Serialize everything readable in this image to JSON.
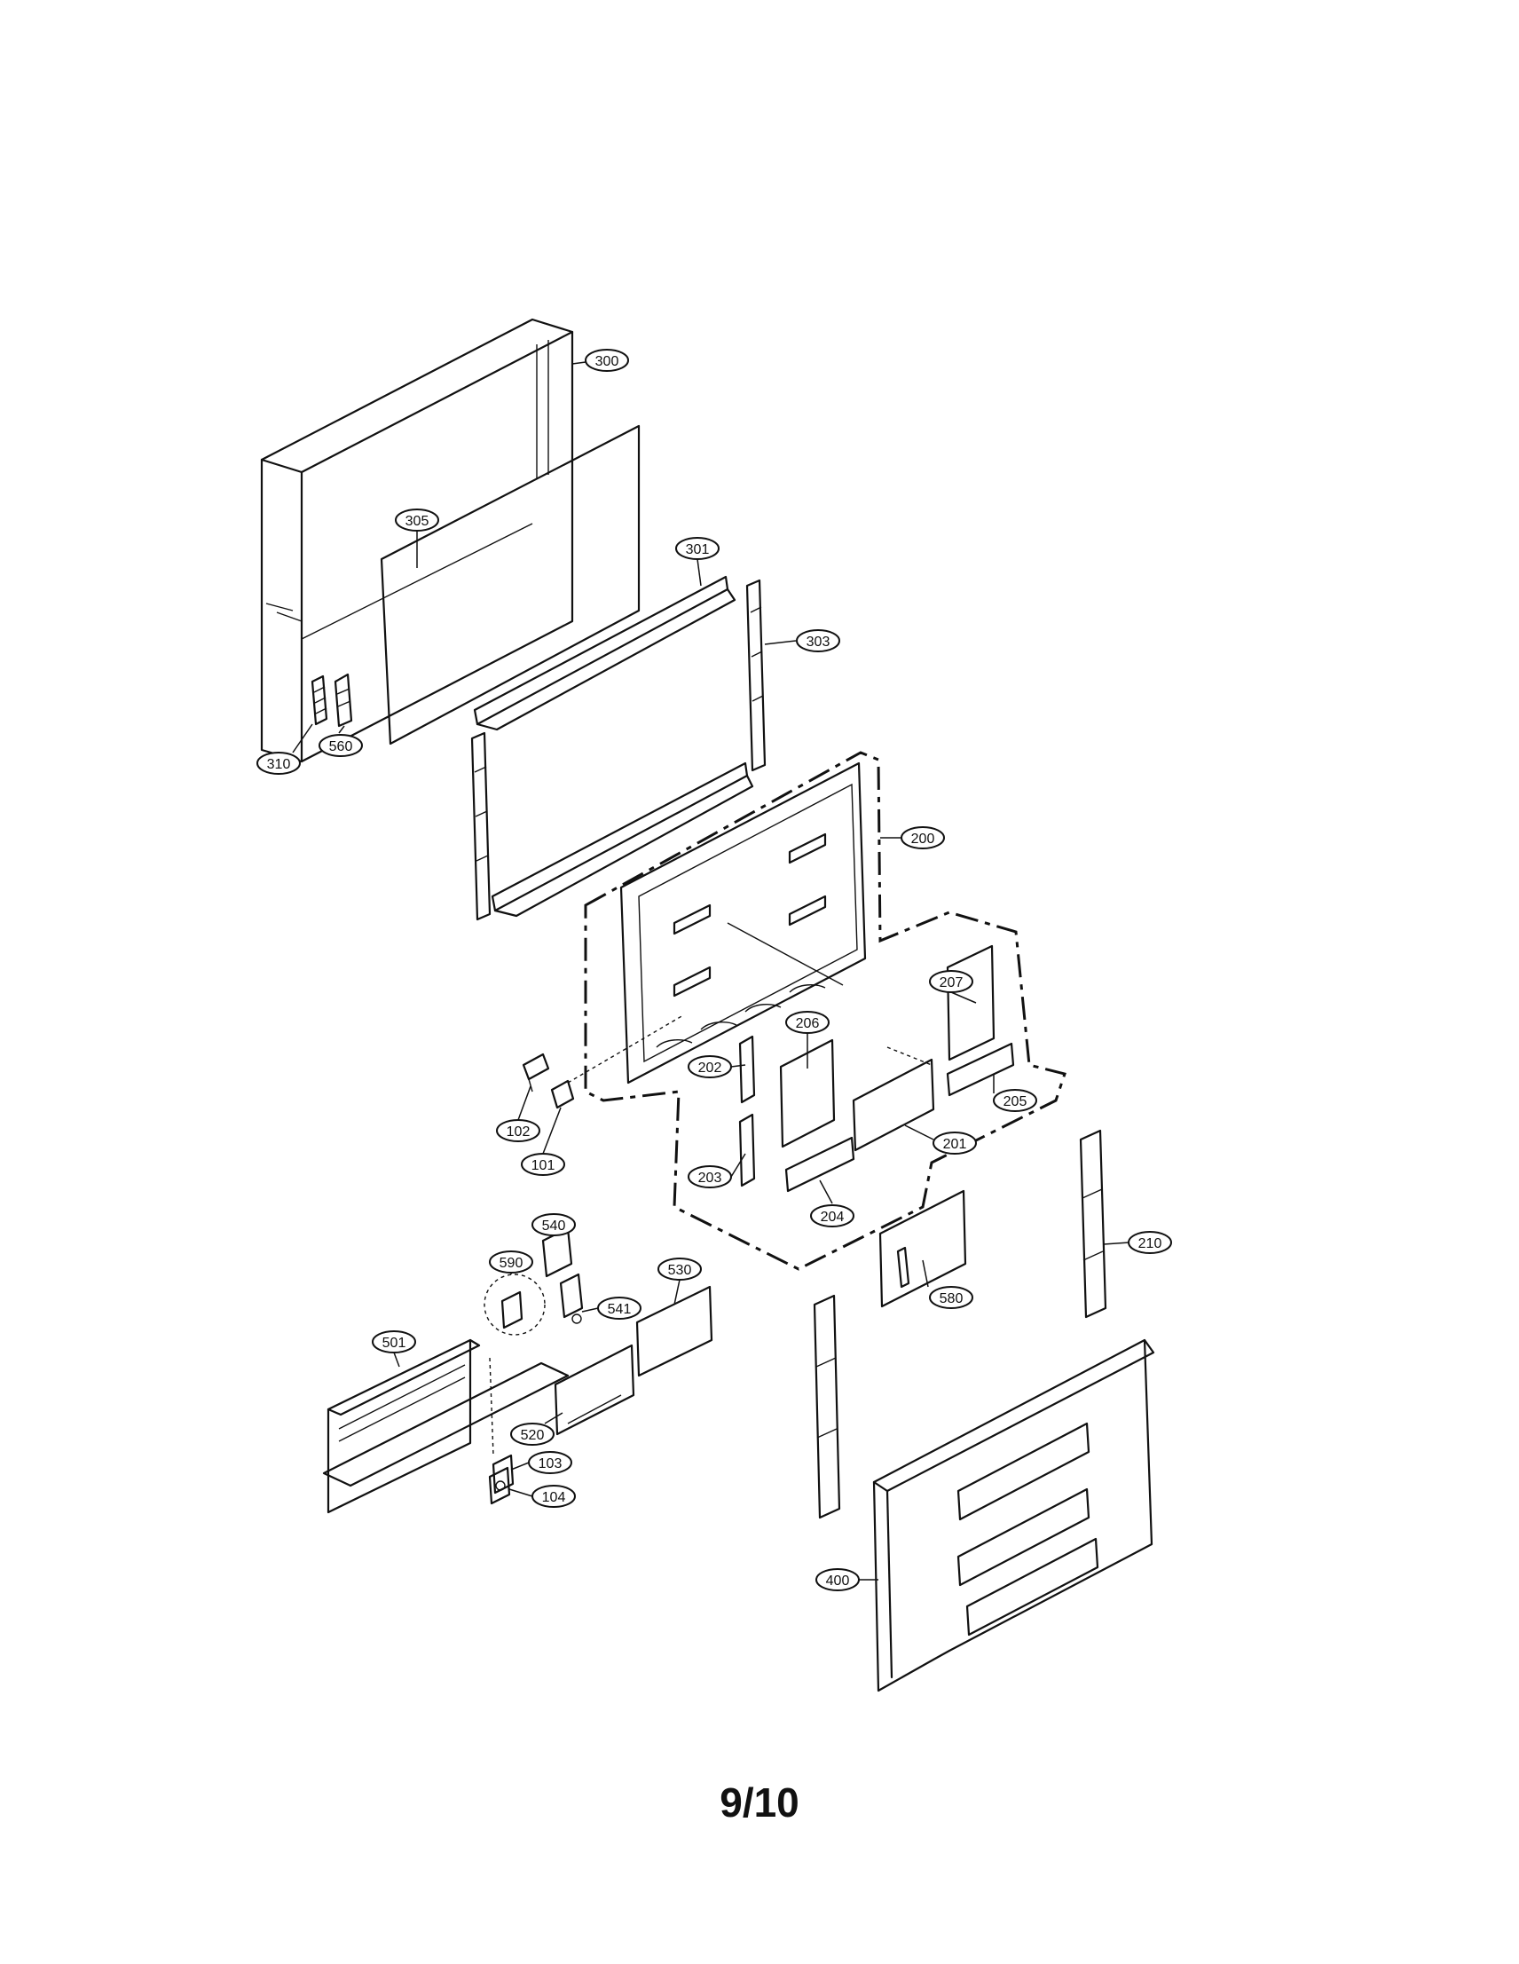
{
  "page_number": "9/10",
  "callouts": {
    "c300": "300",
    "c305": "305",
    "c301": "301",
    "c303": "303",
    "c310": "310",
    "c560": "560",
    "c200": "200",
    "c207": "207",
    "c206": "206",
    "c202": "202",
    "c205": "205",
    "c201": "201",
    "c203": "203",
    "c204": "204",
    "c102": "102",
    "c101": "101",
    "c540": "540",
    "c590": "590",
    "c530": "530",
    "c541": "541",
    "c501": "501",
    "c520": "520",
    "c103": "103",
    "c104": "104",
    "c210": "210",
    "c580": "580",
    "c400": "400"
  }
}
